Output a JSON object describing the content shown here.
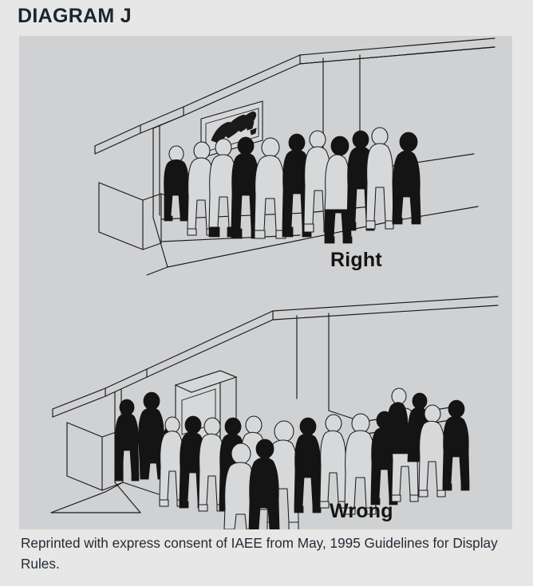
{
  "header": {
    "title": "DIAGRAM J"
  },
  "illustration": {
    "alt": "Two isometric line drawings of a trade show exhibit booth. Top scene shows a crowd of attendees standing inside the booth space. Bottom scene shows a crowd spilling out of the booth into the aisle.",
    "panel_background": "#d0d1d3",
    "ink_color": "#1a1a1a",
    "scenes": [
      {
        "id": "scene-right",
        "label": "Right",
        "description": "Attendees gathered entirely within the booth footprint, in front of a wall-mounted display panel."
      },
      {
        "id": "scene-wrong",
        "label": "Wrong",
        "description": "Attendees overflowing past the booth line into the adjacent aisle, blocking traffic."
      }
    ]
  },
  "caption": {
    "text": "Reprinted with express consent of IAEE from May, 1995 Guidelines for Display Rules."
  },
  "colors": {
    "page_background": "#e7e7e7",
    "panel_background": "#d0d1d3",
    "title_color": "#1b2430",
    "caption_color": "#242b36",
    "label_color": "#141414"
  }
}
